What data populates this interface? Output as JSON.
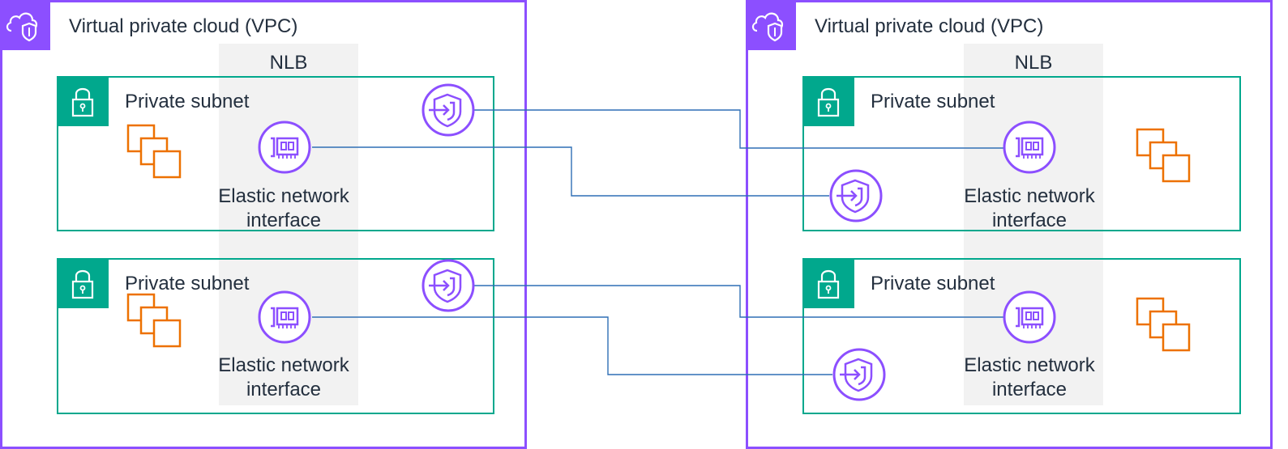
{
  "vpcs": [
    {
      "title": "Virtual private cloud (VPC)",
      "nlb_label": "NLB",
      "subnets": [
        {
          "title": "Private subnet",
          "eni_line1": "Elastic network",
          "eni_line2": "interface"
        },
        {
          "title": "Private subnet",
          "eni_line1": "Elastic network",
          "eni_line2": "interface"
        }
      ]
    },
    {
      "title": "Virtual private cloud (VPC)",
      "nlb_label": "NLB",
      "subnets": [
        {
          "title": "Private subnet",
          "eni_line1": "Elastic network",
          "eni_line2": "interface"
        },
        {
          "title": "Private subnet",
          "eni_line1": "Elastic network",
          "eni_line2": "interface"
        }
      ]
    }
  ],
  "colors": {
    "vpc_border": "#8c4fff",
    "subnet_border": "#01a88d",
    "instance_icon": "#ed7100",
    "connector_line": "#2f6fb5",
    "nlb_band": "#f2f2f2"
  },
  "icons": {
    "vpc": "cloud-shield-icon",
    "subnet": "padlock-icon",
    "instances": "ec2-instances-icon",
    "eni": "network-interface-card-icon",
    "endpoint": "privatelink-endpoint-shield-icon"
  }
}
